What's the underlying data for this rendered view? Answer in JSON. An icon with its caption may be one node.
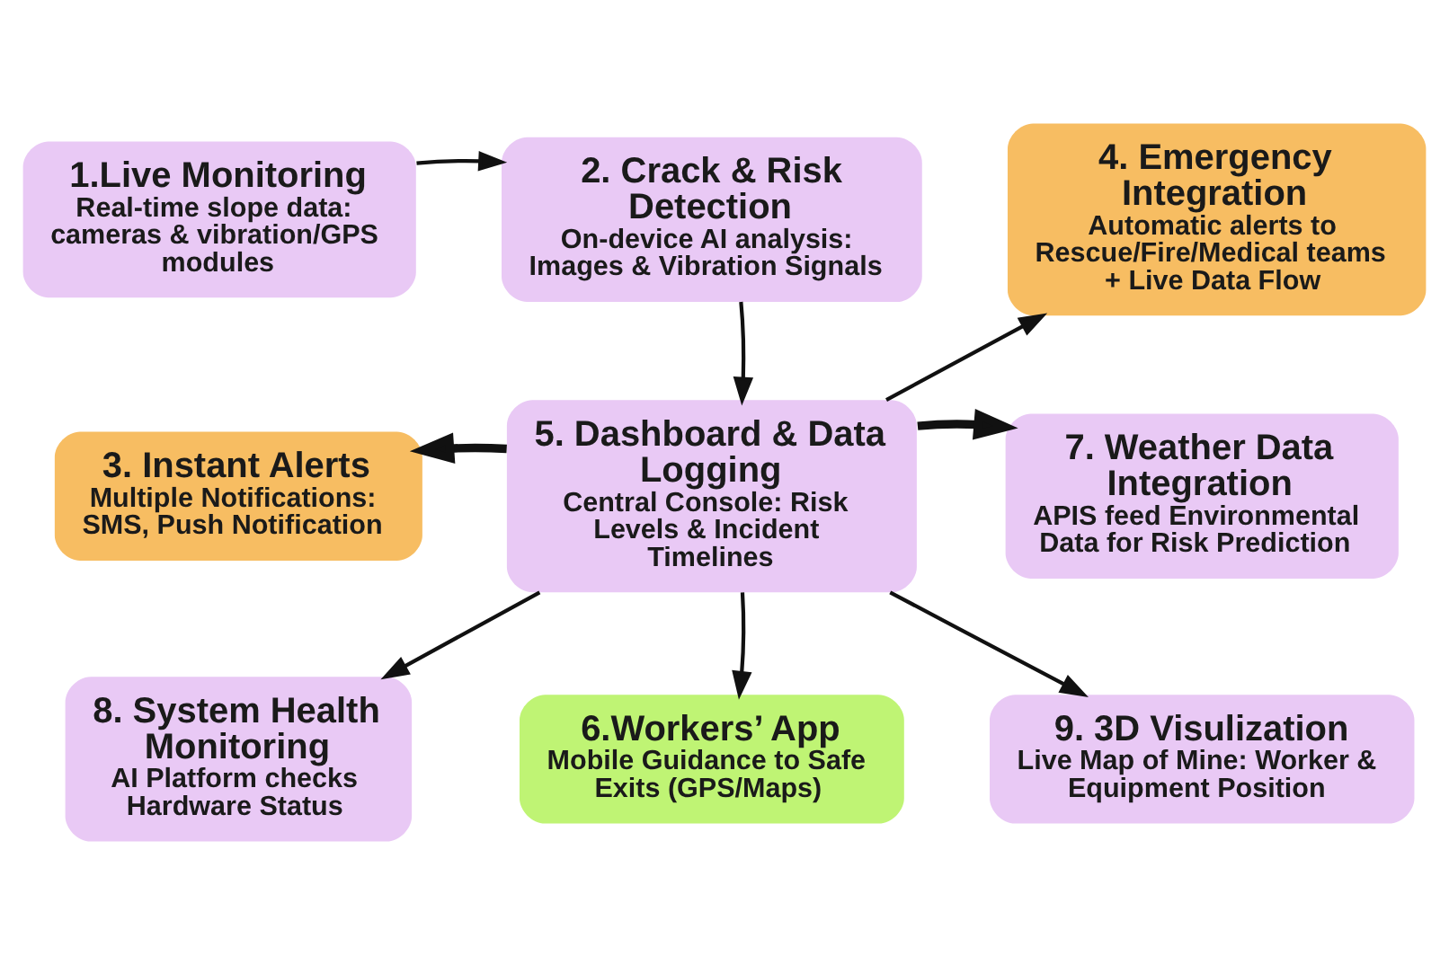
{
  "diagram": {
    "nodes": [
      {
        "text": [
          "1.Live Monitoring",
          "Real-time slope data: cameras & vibration/GPS modules"
        ]
      },
      {
        "text": [
          "2. Crack & Risk Detection",
          "On-device AI analysis: Images & Vibration Signals"
        ]
      },
      {
        "text": [
          "4. Emergency Integration",
          "Automatic alerts to Rescue/Fire/Medical teams + Live Data Flow"
        ]
      },
      {
        "text": [
          "3. Instant Alerts",
          "Multiple Notifications: SMS, Push Notification"
        ]
      },
      {
        "text": [
          "5. Dashboard & Data Logging",
          "Central Console: Risk Levels & Incident Timelines"
        ]
      },
      {
        "text": [
          "7. Weather Data Integration",
          "APIS feed Environmental Data for Risk Prediction"
        ]
      },
      {
        "text": [
          "8. System Health Monitoring",
          "AI Platform checks Hardware Status"
        ]
      },
      {
        "text": [
          "6.Workers’ App",
          "Mobile Guidance to Safe Exits (GPS/Maps)"
        ]
      },
      {
        "text": [
          "9. 3D Visulization",
          "Live Map of Mine: Worker & Equipment Position"
        ]
      }
    ],
    "edges": [
      {
        "from": 0,
        "to": 1,
        "arrow": "to"
      },
      {
        "from": 1,
        "to": 4,
        "arrow": "to"
      },
      {
        "from": 4,
        "to": 2,
        "arrow": "to"
      },
      {
        "from": 4,
        "to": 3,
        "arrow": "to",
        "style": "thick"
      },
      {
        "from": 4,
        "to": 5,
        "arrow": "to",
        "style": "thick"
      },
      {
        "from": 4,
        "to": 6,
        "arrow": "to"
      },
      {
        "from": 4,
        "to": 7,
        "arrow": "to"
      },
      {
        "from": 4,
        "to": 8,
        "arrow": "to"
      }
    ]
  }
}
